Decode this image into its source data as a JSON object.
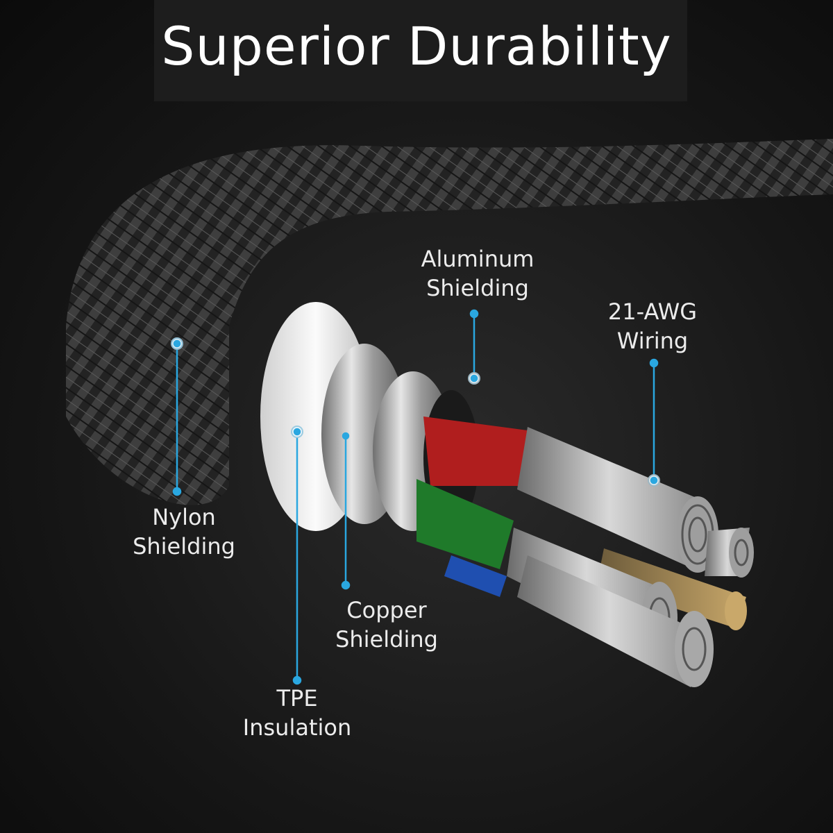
{
  "header": {
    "title": "Superior Durability"
  },
  "callouts": {
    "nylon": {
      "line1": "Nylon",
      "line2": "Shielding"
    },
    "tpe": {
      "line1": "TPE",
      "line2": "Insulation"
    },
    "copper": {
      "line1": "Copper",
      "line2": "Shielding"
    },
    "aluminum": {
      "line1": "Aluminum",
      "line2": "Shielding"
    },
    "awg": {
      "line1": "21-AWG",
      "line2": "Wiring"
    }
  },
  "colors": {
    "callout_line": "#2aa7e0",
    "wire_red": "#b01e1e",
    "wire_green": "#1f7a2a",
    "wire_blue": "#1f4fb0"
  }
}
